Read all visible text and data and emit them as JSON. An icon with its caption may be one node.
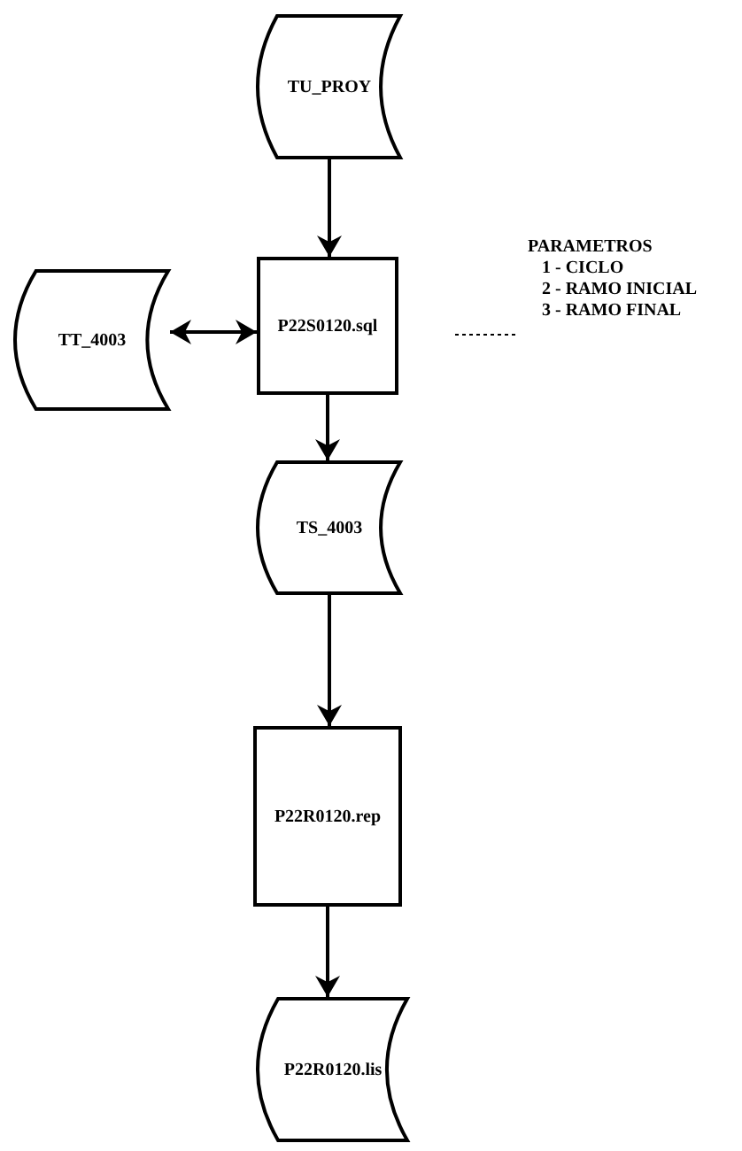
{
  "diagram": {
    "nodes": [
      {
        "text": [
          "TU_PROY"
        ]
      },
      {
        "text": [
          "TT_4003"
        ]
      },
      {
        "text": [
          "P22S0120.sql"
        ]
      },
      {
        "text": [
          "PARAMETROS",
          "1 - CICLO",
          "2 - RAMO INICIAL",
          "3 - RAMO FINAL"
        ]
      },
      {
        "text": [
          "TS_4003"
        ]
      },
      {
        "text": [
          "P22R0120.rep"
        ]
      },
      {
        "text": [
          "P22R0120.lis"
        ]
      }
    ],
    "edges": [
      {
        "from": 0,
        "to": 2,
        "arrow": "to"
      },
      {
        "from": 2,
        "to": 1,
        "arrow": "both"
      },
      {
        "from": 2,
        "to": 3,
        "arrow": "none",
        "style": "dashed"
      },
      {
        "from": 2,
        "to": 4,
        "arrow": "to"
      },
      {
        "from": 4,
        "to": 5,
        "arrow": "to"
      },
      {
        "from": 5,
        "to": 6,
        "arrow": "to"
      }
    ]
  }
}
